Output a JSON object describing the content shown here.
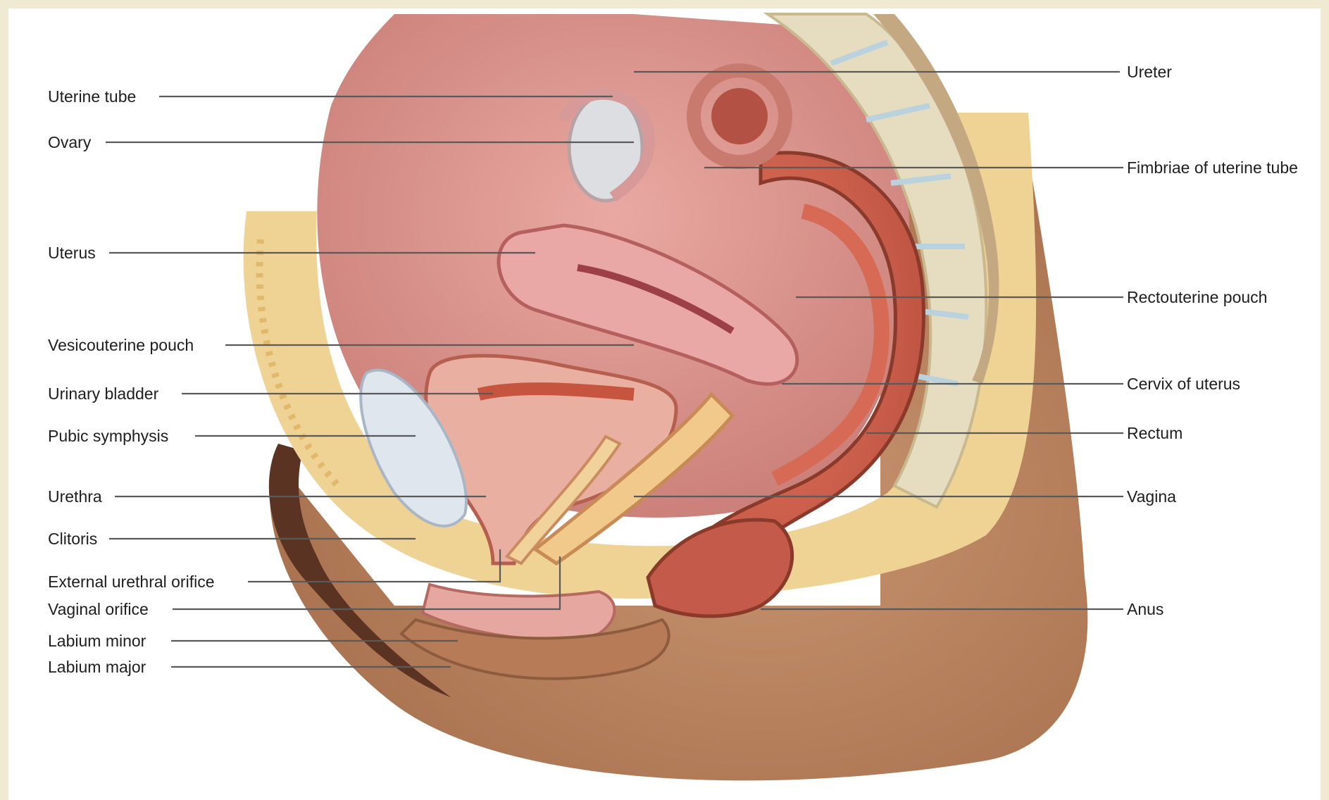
{
  "diagram": {
    "labels_left": [
      "Uterine tube",
      "Ovary",
      "Uterus",
      "Vesicouterine pouch",
      "Urinary bladder",
      "Pubic symphysis",
      "Urethra",
      "Clitoris",
      "External urethral orifice",
      "Vaginal orifice",
      "Labium minor",
      "Labium major"
    ],
    "labels_right": [
      "Ureter",
      "Fimbriae of uterine tube",
      "Rectouterine pouch",
      "Cervix of uterus",
      "Rectum",
      "Vagina",
      "Anus"
    ]
  },
  "colors": {
    "frame": "#f1ead3",
    "skin": "#b9825e",
    "tissue": "#d98f8a",
    "fat": "#efd394",
    "bone": "#e6dcc0",
    "leader_line": "#5a5a5a"
  }
}
